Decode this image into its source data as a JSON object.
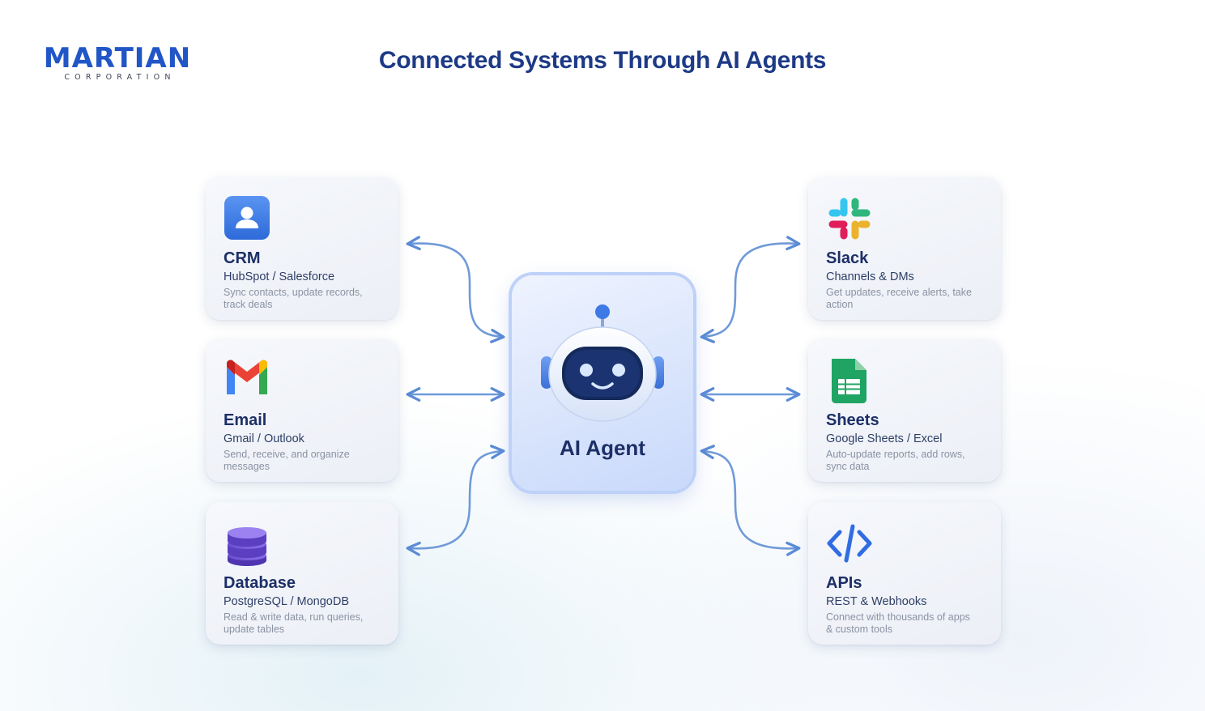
{
  "brand": {
    "name": "MARTIAN",
    "subtitle": "CORPORATION",
    "color": "#2156c7"
  },
  "title": "Connected Systems Through AI Agents",
  "center": {
    "label": "AI Agent",
    "icon": "robot-icon"
  },
  "cards": {
    "crm": {
      "icon": "user-icon",
      "title": "CRM",
      "subtitle": "HubSpot / Salesforce",
      "description": "Sync contacts, update records, track deals"
    },
    "email": {
      "icon": "gmail-icon",
      "title": "Email",
      "subtitle": "Gmail / Outlook",
      "description": "Send, receive, and organize messages"
    },
    "database": {
      "icon": "database-icon",
      "title": "Database",
      "subtitle": "PostgreSQL / MongoDB",
      "description": "Read & write data, run queries, update tables"
    },
    "slack": {
      "icon": "slack-icon",
      "title": "Slack",
      "subtitle": "Channels & DMs",
      "description": "Get updates, receive alerts, take action"
    },
    "sheets": {
      "icon": "sheets-icon",
      "title": "Sheets",
      "subtitle": "Google Sheets / Excel",
      "description": "Auto-update reports, add rows, sync data"
    },
    "apis": {
      "icon": "code-icon",
      "title": "APIs",
      "subtitle": "REST & Webhooks",
      "description": "Connect with thousands of apps & custom tools"
    }
  },
  "colors": {
    "title": "#1d3a86",
    "connector": "#6f9ad8",
    "accent": "#2f6de1"
  }
}
